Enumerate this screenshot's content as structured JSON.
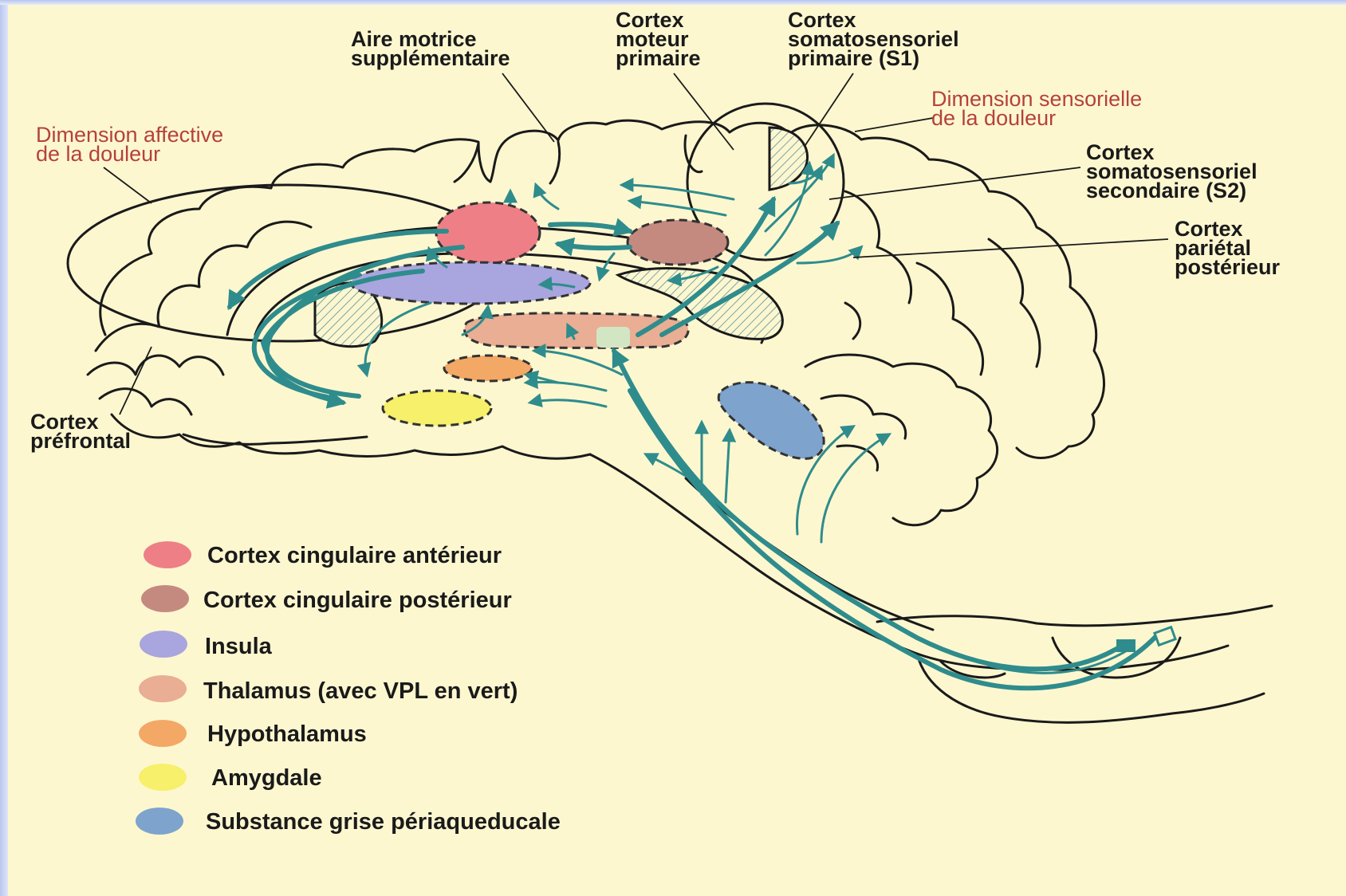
{
  "labels": {
    "aire_motrice": [
      "Aire motrice",
      "supplémentaire"
    ],
    "cortex_moteur": [
      "Cortex",
      "moteur",
      "primaire"
    ],
    "cortex_s1": [
      "Cortex",
      "somatosensoriel",
      "primaire (S1)"
    ],
    "dim_sensorielle": [
      "Dimension sensorielle",
      "de la douleur"
    ],
    "dim_affective": [
      "Dimension affective",
      "de la douleur"
    ],
    "cortex_s2": [
      "Cortex",
      "somatosensoriel",
      "secondaire (S2)"
    ],
    "cortex_parietal": [
      "Cortex",
      "pariétal",
      "postérieur"
    ],
    "cortex_prefrontal": [
      "Cortex",
      "préfrontal"
    ]
  },
  "legend": [
    {
      "label": "Cortex cingulaire antérieur",
      "color": "#ee7f86"
    },
    {
      "label": "Cortex cingulaire postérieur",
      "color": "#c48a80"
    },
    {
      "label": "Insula",
      "color": "#a9a5de"
    },
    {
      "label": "Thalamus (avec VPL en vert)",
      "color": "#e9ae94"
    },
    {
      "label": "Hypothalamus",
      "color": "#f3a866"
    },
    {
      "label": "Amygdale",
      "color": "#f6f06a"
    },
    {
      "label": "Substance grise périaqueducale",
      "color": "#7ea3cc"
    }
  ],
  "colors": {
    "background": "#fdf7d0",
    "pathway": "#2f8c8c",
    "annotation_red": "#b5413c",
    "vpl_green": "#d3e6c4"
  }
}
